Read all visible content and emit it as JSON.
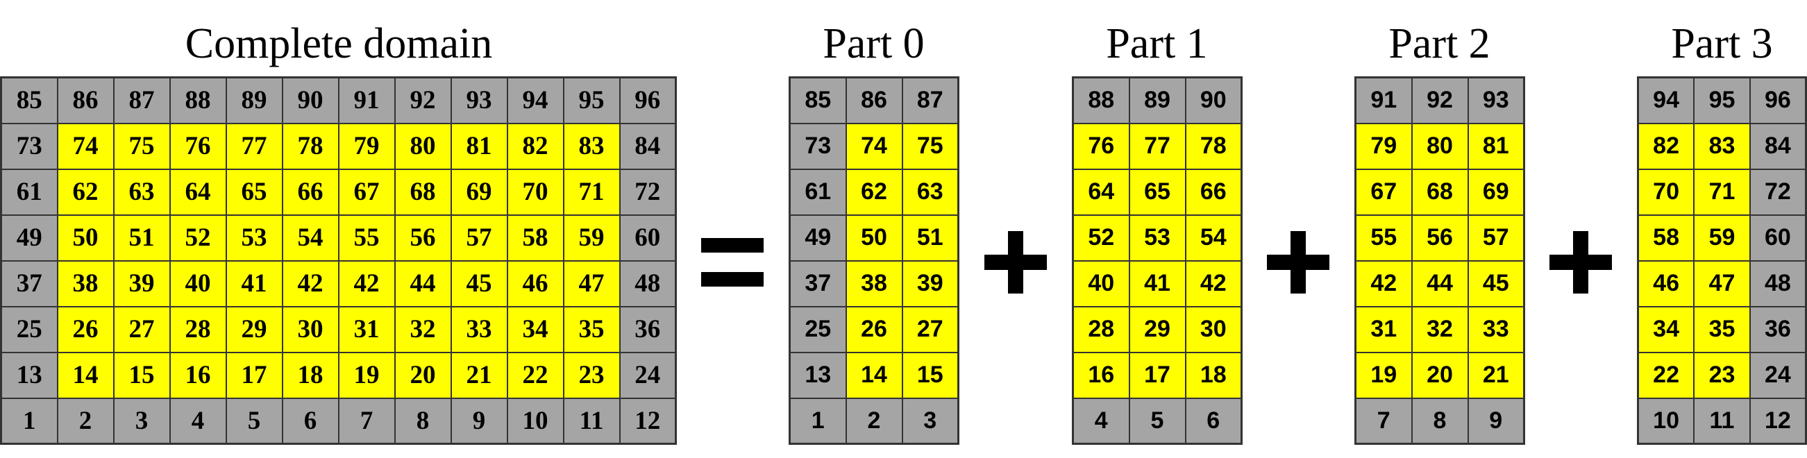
{
  "colors": {
    "boundary": "#a5a5a5",
    "interior": "#ffff00",
    "text": "#000000"
  },
  "complete": {
    "title": "Complete domain",
    "rows": [
      [
        "85",
        "86",
        "87",
        "88",
        "89",
        "90",
        "91",
        "92",
        "93",
        "94",
        "95",
        "96"
      ],
      [
        "73",
        "74",
        "75",
        "76",
        "77",
        "78",
        "79",
        "80",
        "81",
        "82",
        "83",
        "84"
      ],
      [
        "61",
        "62",
        "63",
        "64",
        "65",
        "66",
        "67",
        "68",
        "69",
        "70",
        "71",
        "72"
      ],
      [
        "49",
        "50",
        "51",
        "52",
        "53",
        "54",
        "55",
        "56",
        "57",
        "58",
        "59",
        "60"
      ],
      [
        "37",
        "38",
        "39",
        "40",
        "41",
        "42",
        "42",
        "44",
        "45",
        "46",
        "47",
        "48"
      ],
      [
        "25",
        "26",
        "27",
        "28",
        "29",
        "30",
        "31",
        "32",
        "33",
        "34",
        "35",
        "36"
      ],
      [
        "13",
        "14",
        "15",
        "16",
        "17",
        "18",
        "19",
        "20",
        "21",
        "22",
        "23",
        "24"
      ],
      [
        "1",
        "2",
        "3",
        "4",
        "5",
        "6",
        "7",
        "8",
        "9",
        "10",
        "11",
        "12"
      ]
    ],
    "colors": [
      [
        "g",
        "g",
        "g",
        "g",
        "g",
        "g",
        "g",
        "g",
        "g",
        "g",
        "g",
        "g"
      ],
      [
        "g",
        "y",
        "y",
        "y",
        "y",
        "y",
        "y",
        "y",
        "y",
        "y",
        "y",
        "g"
      ],
      [
        "g",
        "y",
        "y",
        "y",
        "y",
        "y",
        "y",
        "y",
        "y",
        "y",
        "y",
        "g"
      ],
      [
        "g",
        "y",
        "y",
        "y",
        "y",
        "y",
        "y",
        "y",
        "y",
        "y",
        "y",
        "g"
      ],
      [
        "g",
        "y",
        "y",
        "y",
        "y",
        "y",
        "y",
        "y",
        "y",
        "y",
        "y",
        "g"
      ],
      [
        "g",
        "y",
        "y",
        "y",
        "y",
        "y",
        "y",
        "y",
        "y",
        "y",
        "y",
        "g"
      ],
      [
        "g",
        "y",
        "y",
        "y",
        "y",
        "y",
        "y",
        "y",
        "y",
        "y",
        "y",
        "g"
      ],
      [
        "g",
        "g",
        "g",
        "g",
        "g",
        "g",
        "g",
        "g",
        "g",
        "g",
        "g",
        "g"
      ]
    ]
  },
  "parts": [
    {
      "title": "Part 0",
      "rows": [
        [
          "85",
          "86",
          "87"
        ],
        [
          "73",
          "74",
          "75"
        ],
        [
          "61",
          "62",
          "63"
        ],
        [
          "49",
          "50",
          "51"
        ],
        [
          "37",
          "38",
          "39"
        ],
        [
          "25",
          "26",
          "27"
        ],
        [
          "13",
          "14",
          "15"
        ],
        [
          "1",
          "2",
          "3"
        ]
      ],
      "colors": [
        [
          "g",
          "g",
          "g"
        ],
        [
          "g",
          "y",
          "y"
        ],
        [
          "g",
          "y",
          "y"
        ],
        [
          "g",
          "y",
          "y"
        ],
        [
          "g",
          "y",
          "y"
        ],
        [
          "g",
          "y",
          "y"
        ],
        [
          "g",
          "y",
          "y"
        ],
        [
          "g",
          "g",
          "g"
        ]
      ]
    },
    {
      "title": "Part 1",
      "rows": [
        [
          "88",
          "89",
          "90"
        ],
        [
          "76",
          "77",
          "78"
        ],
        [
          "64",
          "65",
          "66"
        ],
        [
          "52",
          "53",
          "54"
        ],
        [
          "40",
          "41",
          "42"
        ],
        [
          "28",
          "29",
          "30"
        ],
        [
          "16",
          "17",
          "18"
        ],
        [
          "4",
          "5",
          "6"
        ]
      ],
      "colors": [
        [
          "g",
          "g",
          "g"
        ],
        [
          "y",
          "y",
          "y"
        ],
        [
          "y",
          "y",
          "y"
        ],
        [
          "y",
          "y",
          "y"
        ],
        [
          "y",
          "y",
          "y"
        ],
        [
          "y",
          "y",
          "y"
        ],
        [
          "y",
          "y",
          "y"
        ],
        [
          "g",
          "g",
          "g"
        ]
      ]
    },
    {
      "title": "Part 2",
      "rows": [
        [
          "91",
          "92",
          "93"
        ],
        [
          "79",
          "80",
          "81"
        ],
        [
          "67",
          "68",
          "69"
        ],
        [
          "55",
          "56",
          "57"
        ],
        [
          "42",
          "44",
          "45"
        ],
        [
          "31",
          "32",
          "33"
        ],
        [
          "19",
          "20",
          "21"
        ],
        [
          "7",
          "8",
          "9"
        ]
      ],
      "colors": [
        [
          "g",
          "g",
          "g"
        ],
        [
          "y",
          "y",
          "y"
        ],
        [
          "y",
          "y",
          "y"
        ],
        [
          "y",
          "y",
          "y"
        ],
        [
          "y",
          "y",
          "y"
        ],
        [
          "y",
          "y",
          "y"
        ],
        [
          "y",
          "y",
          "y"
        ],
        [
          "g",
          "g",
          "g"
        ]
      ]
    },
    {
      "title": "Part 3",
      "rows": [
        [
          "94",
          "95",
          "96"
        ],
        [
          "82",
          "83",
          "84"
        ],
        [
          "70",
          "71",
          "72"
        ],
        [
          "58",
          "59",
          "60"
        ],
        [
          "46",
          "47",
          "48"
        ],
        [
          "34",
          "35",
          "36"
        ],
        [
          "22",
          "23",
          "24"
        ],
        [
          "10",
          "11",
          "12"
        ]
      ],
      "colors": [
        [
          "g",
          "g",
          "g"
        ],
        [
          "y",
          "y",
          "g"
        ],
        [
          "y",
          "y",
          "g"
        ],
        [
          "y",
          "y",
          "g"
        ],
        [
          "y",
          "y",
          "g"
        ],
        [
          "y",
          "y",
          "g"
        ],
        [
          "y",
          "y",
          "g"
        ],
        [
          "g",
          "g",
          "g"
        ]
      ]
    }
  ],
  "operators": {
    "equals_icon": "equals-icon",
    "plus_icon": "plus-icon"
  }
}
